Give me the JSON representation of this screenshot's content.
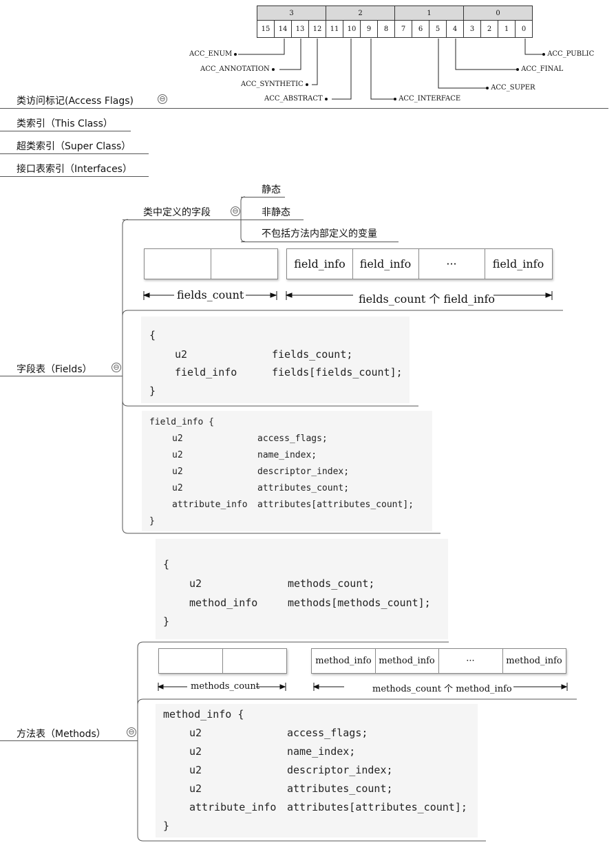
{
  "access_flags": {
    "bytes": [
      "3",
      "2",
      "1",
      "0"
    ],
    "bits": [
      "15",
      "14",
      "13",
      "12",
      "11",
      "10",
      "9",
      "8",
      "7",
      "6",
      "5",
      "4",
      "3",
      "2",
      "1",
      "0"
    ],
    "left_flags": [
      "ACC_ENUM",
      "ACC_ANNOTATION",
      "ACC_SYNTHETIC",
      "ACC_ABSTRACT"
    ],
    "right_flags": [
      "ACC_PUBLIC",
      "ACC_FINAL",
      "ACC_SUPER",
      "ACC_INTERFACE"
    ]
  },
  "mindmap": {
    "access_flags_node": "类访问标记(Access Flags)",
    "this_class_node": "类索引（This Class）",
    "super_class_node": "超类索引（Super Class）",
    "interfaces_node": "接口表索引（Interfaces）",
    "fields_node": "字段表（Fields）",
    "methods_node": "方法表（Methods）",
    "class_fields_node": "类中定义的字段",
    "static_node": "静态",
    "nonstatic_node": "非静态",
    "no_local_node": "不包括方法内部定义的变量",
    "collapse_symbol": "⊖"
  },
  "fields_diagram": {
    "field_info": "field_info",
    "ellipsis": "···",
    "count_label": "fields_count",
    "info_label": "fields_count 个 field_info"
  },
  "fields_code": {
    "open": "{",
    "row1_type": "u2",
    "row1_name": "fields_count;",
    "row2_type": "field_info",
    "row2_name": "fields[fields_count];",
    "close": "}"
  },
  "field_info_code": {
    "header": "field_info {",
    "rows": [
      {
        "type": "u2",
        "name": "access_flags;"
      },
      {
        "type": "u2",
        "name": "name_index;"
      },
      {
        "type": "u2",
        "name": "descriptor_index;"
      },
      {
        "type": "u2",
        "name": "attributes_count;"
      },
      {
        "type": "attribute_info",
        "name": "attributes[attributes_count];"
      }
    ],
    "close": "}"
  },
  "methods_code": {
    "open": "{",
    "row1_type": "u2",
    "row1_name": "methods_count;",
    "row2_type": "method_info",
    "row2_name": "methods[methods_count];",
    "close": "}"
  },
  "methods_diagram": {
    "method_info": "method_info",
    "ellipsis": "···",
    "count_label": "methods_count",
    "info_label": "methods_count 个 method_info"
  },
  "method_info_code": {
    "header": "method_info {",
    "rows": [
      {
        "type": "u2",
        "name": "access_flags;"
      },
      {
        "type": "u2",
        "name": "name_index;"
      },
      {
        "type": "u2",
        "name": "descriptor_index;"
      },
      {
        "type": "u2",
        "name": "attributes_count;"
      },
      {
        "type": "attribute_info",
        "name": "attributes[attributes_count];"
      }
    ],
    "close": "}"
  }
}
